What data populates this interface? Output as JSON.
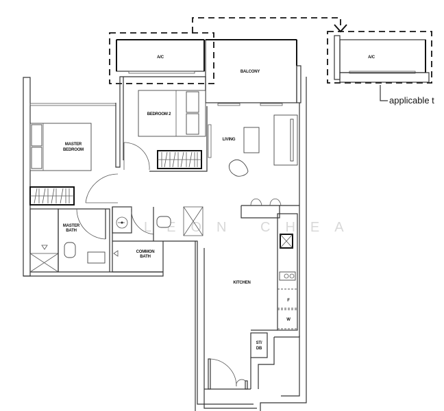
{
  "floorplan": {
    "rooms": {
      "ac_main": "A/C",
      "balcony": "BALCONY",
      "ac_alt": "A/C",
      "bedroom2": "BEDROOM 2",
      "master_bedroom_line1": "MASTER",
      "master_bedroom_line2": "BEDROOM",
      "living": "LIVING",
      "master_bath_line1": "MASTER",
      "master_bath_line2": "BATH",
      "common_bath_line1": "COMMON",
      "common_bath_line2": "BATH",
      "kitchen": "KITCHEN",
      "fridge": "F",
      "washer": "W",
      "store_line1": "ST/",
      "store_line2": "DB"
    },
    "note": "applicable t",
    "watermark": "LEON CHEA"
  },
  "colors": {
    "background": "#ffffff",
    "lines": "#111111",
    "watermark": "#d8d8d8"
  }
}
